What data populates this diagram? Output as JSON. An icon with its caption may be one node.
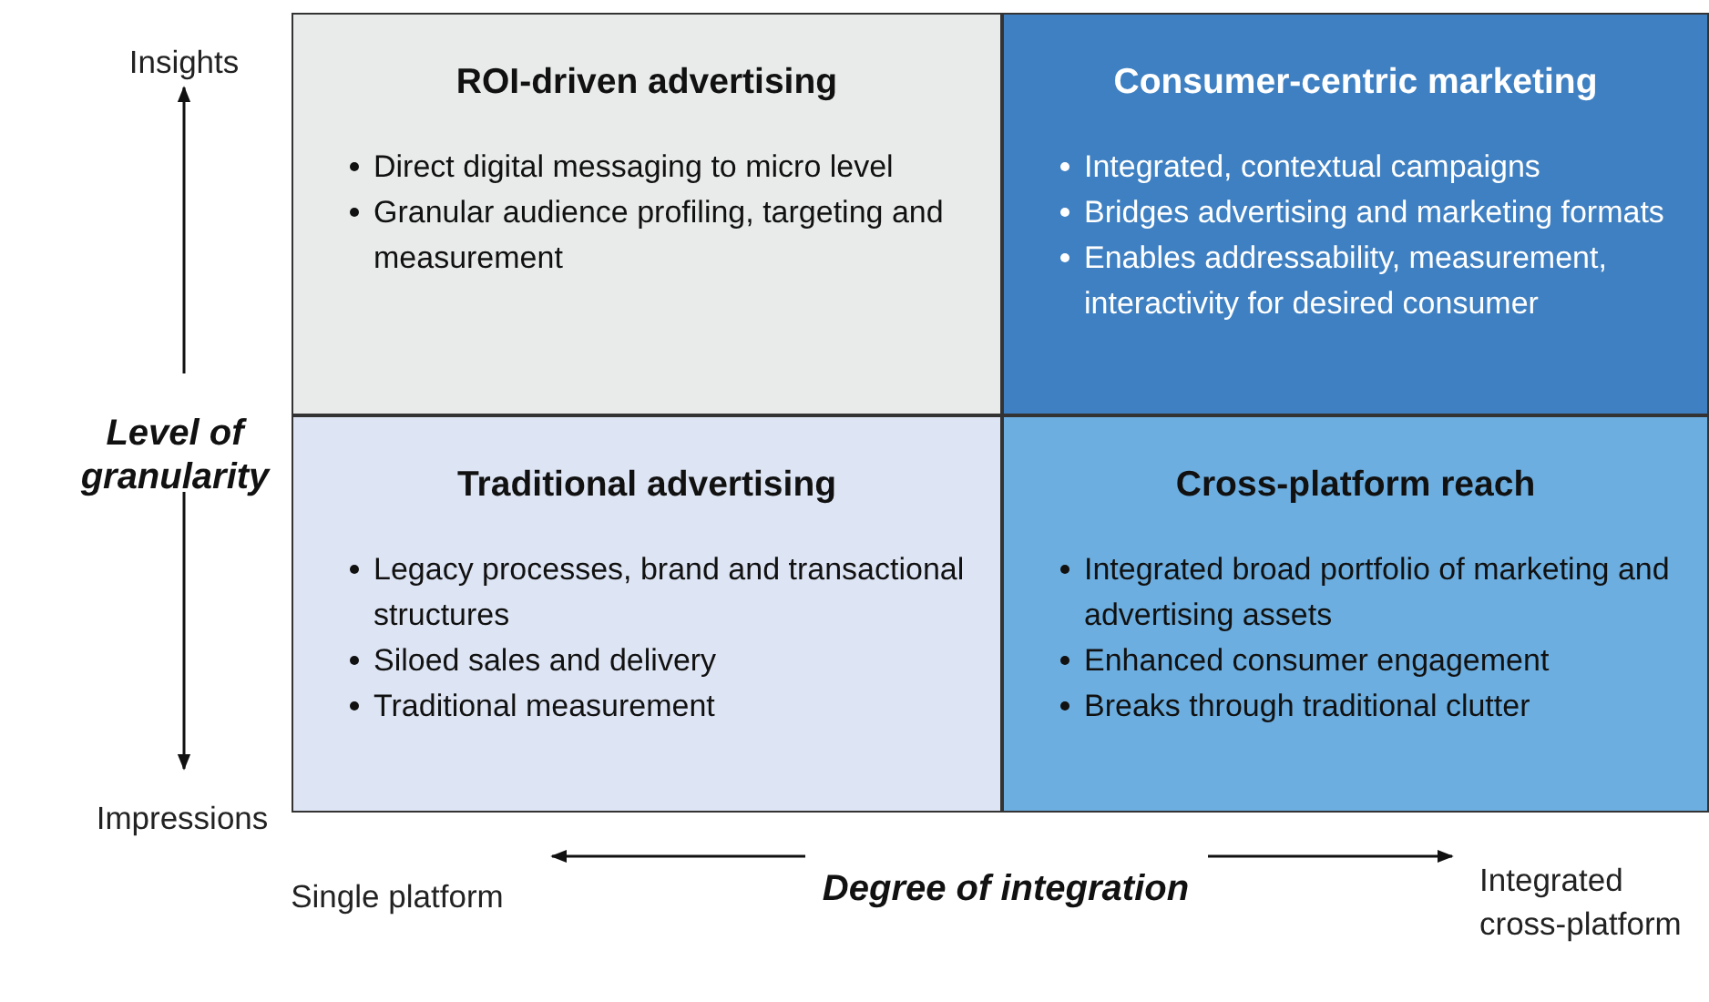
{
  "diagram": {
    "nodes": [
      {
        "text": [
          "ROI-driven advertising",
          "Direct digital messaging to micro level",
          "Granular audience profiling, targeting and measurement"
        ]
      },
      {
        "text": [
          "Consumer-centric marketing",
          "Integrated, contextual campaigns",
          "Bridges advertising and marketing formats",
          "Enables addressability, measurement, interactivity for desired consumer"
        ]
      },
      {
        "text": [
          "Traditional advertising",
          "Legacy processes, brand and transactional structures",
          "Siloed sales and delivery",
          "Traditional measurement"
        ]
      },
      {
        "text": [
          "Cross-platform reach",
          "Integrated broad portfolio of marketing and advertising assets",
          "Enhanced consumer engagement",
          "Breaks through traditional clutter"
        ]
      }
    ],
    "labels": [
      "Insights",
      "Level of granularity",
      "Impressions",
      "Single platform",
      "Degree of integration",
      "Integrated cross-platform"
    ]
  }
}
